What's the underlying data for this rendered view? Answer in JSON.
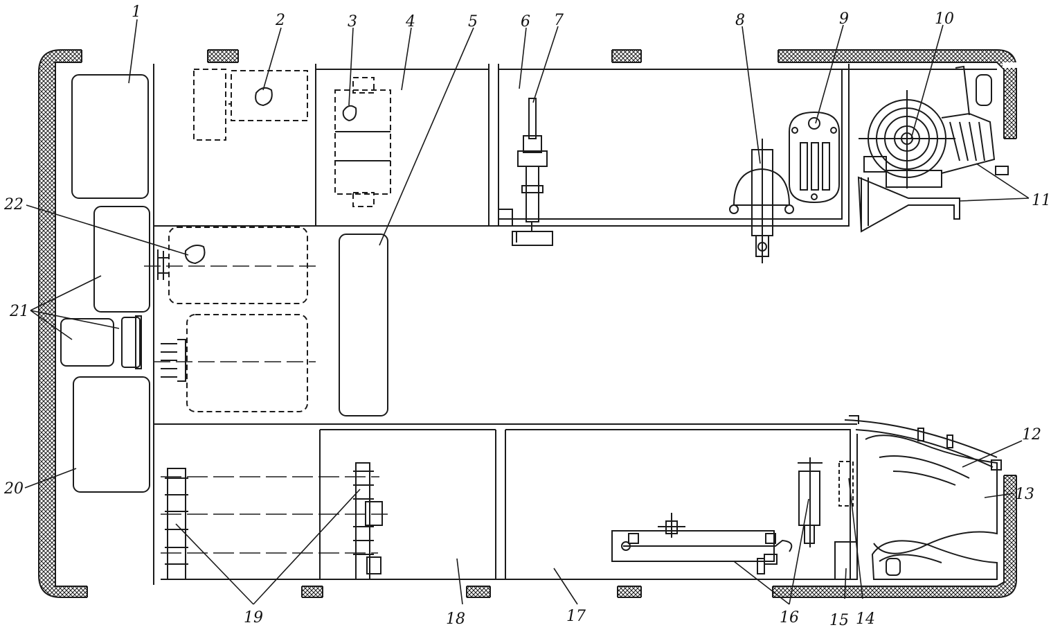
{
  "callouts": {
    "c1": "1",
    "c2": "2",
    "c3": "3",
    "c4": "4",
    "c5": "5",
    "c6": "6",
    "c7": "7",
    "c8": "8",
    "c9": "9",
    "c10": "10",
    "c11": "11",
    "c12": "12",
    "c13": "13",
    "c14": "14",
    "c15": "15",
    "c16": "16",
    "c17": "17",
    "c18": "18",
    "c19": "19",
    "c20": "20",
    "c21": "21",
    "c22": "22"
  },
  "colors": {
    "ink": "#1a1a1a",
    "paper": "#ffffff"
  }
}
